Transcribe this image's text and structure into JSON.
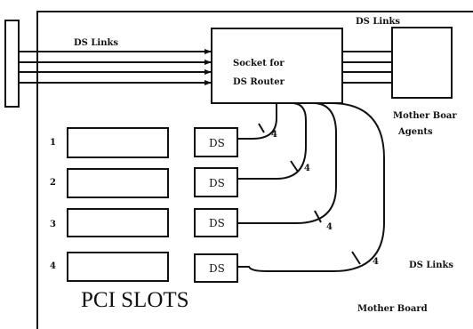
{
  "labels": {
    "ds_links_top_left": "DS Links",
    "ds_links_top_right": "DS Links",
    "socket_line1": "Socket for",
    "socket_line2": "DS Router",
    "mother_board_agents_line1": "Mother Boar",
    "mother_board_agents_line2": "Agents",
    "ds_links_right": "DS Links",
    "pci_slots": "PCI SLOTS",
    "mother_board": "Mother Board"
  },
  "slots": [
    {
      "number": "1",
      "ds": "DS",
      "count": "4"
    },
    {
      "number": "2",
      "ds": "DS",
      "count": "4"
    },
    {
      "number": "3",
      "ds": "DS",
      "count": "4"
    },
    {
      "number": "4",
      "ds": "DS",
      "count": "4"
    }
  ]
}
